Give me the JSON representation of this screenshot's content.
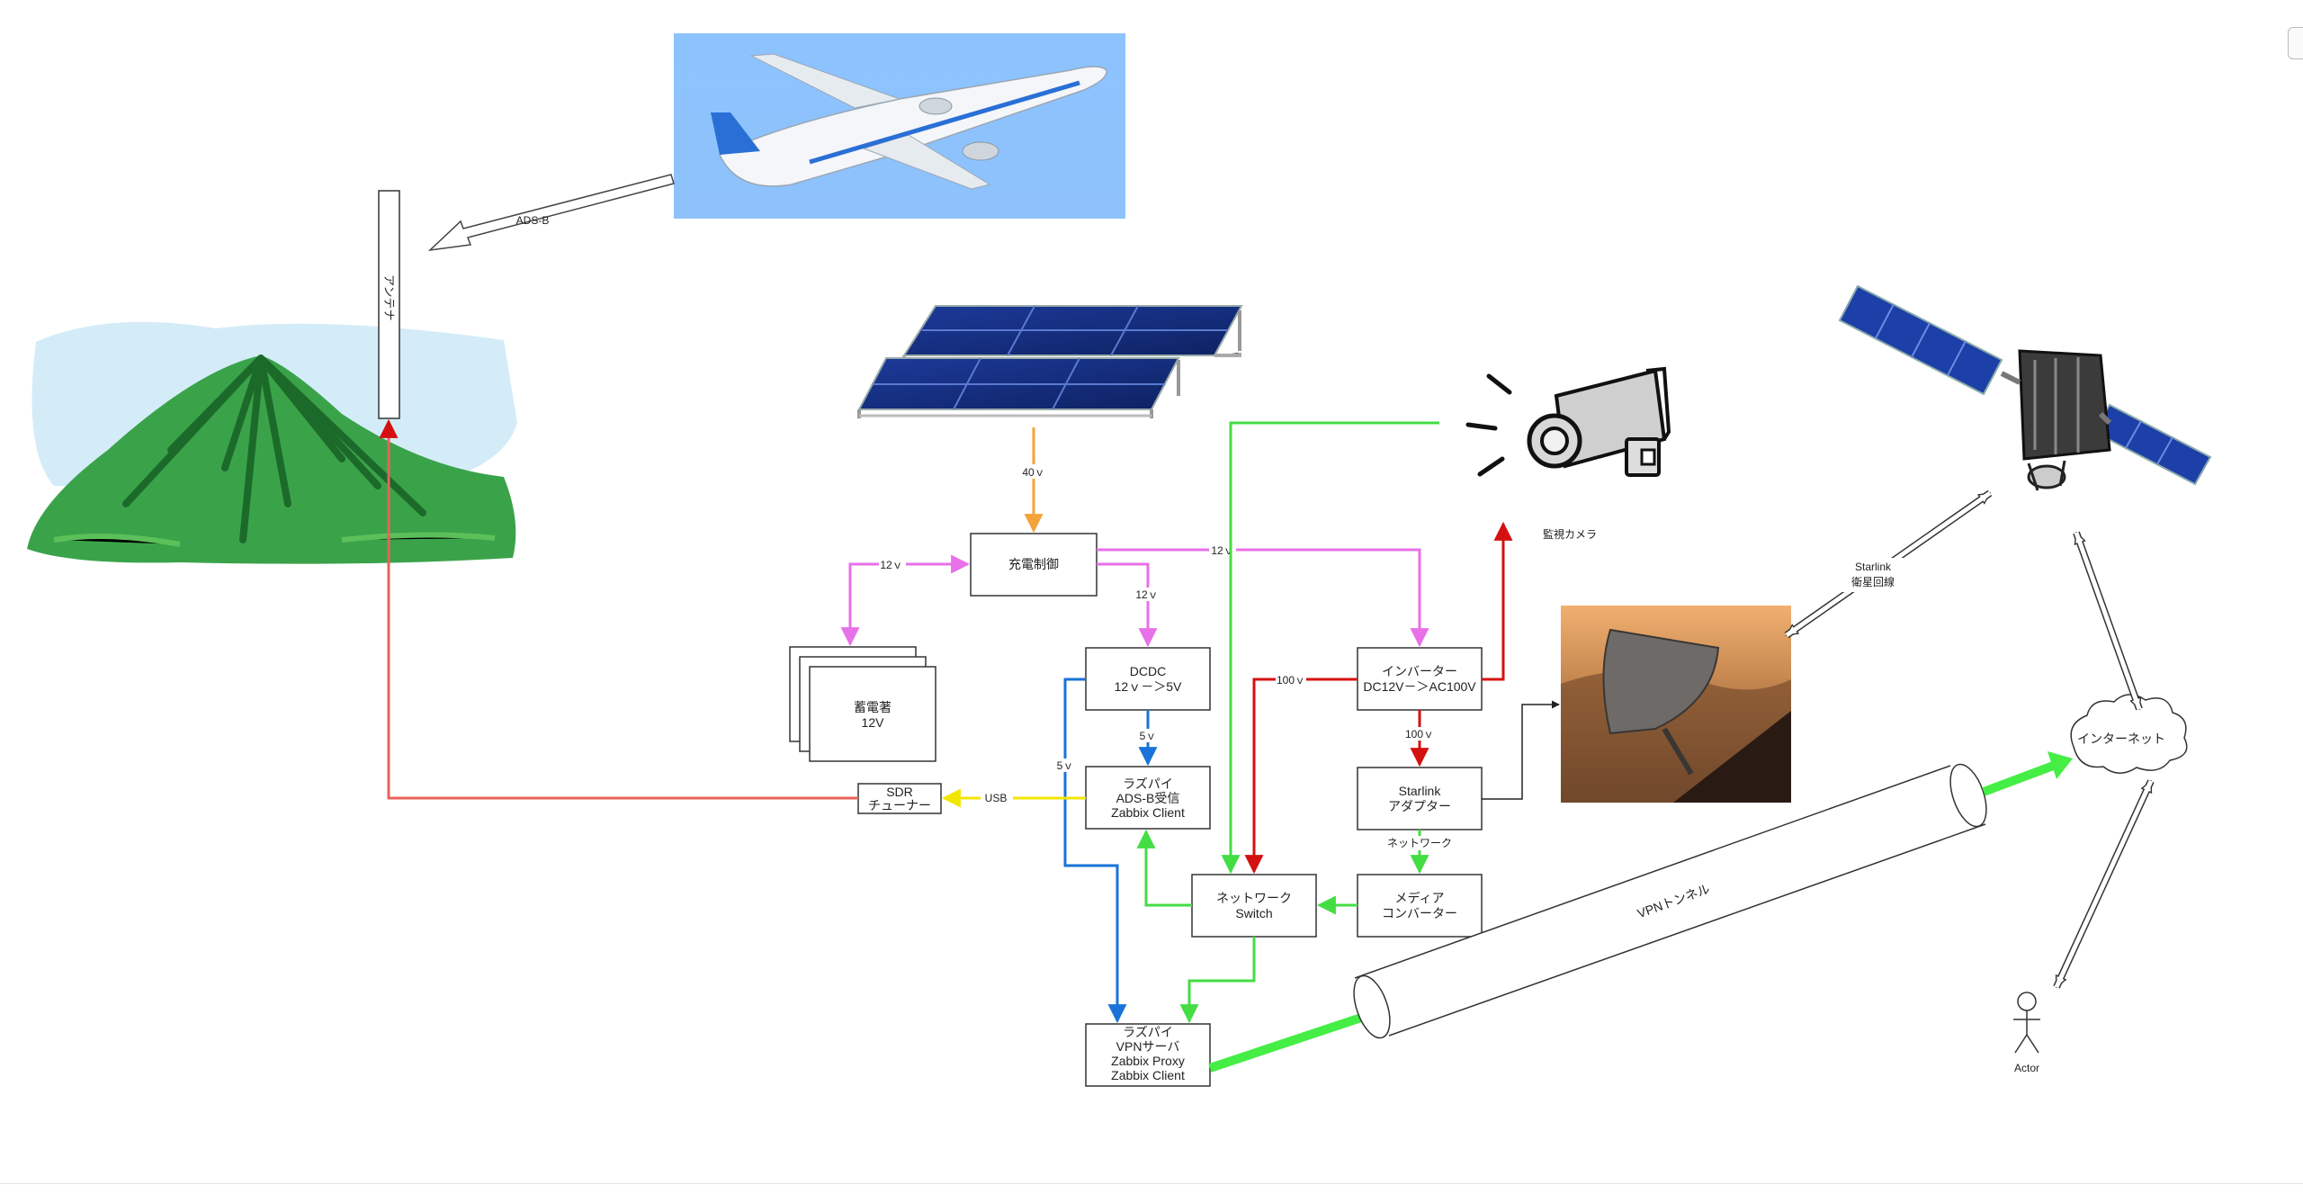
{
  "diagram": {
    "antenna": "アンテナ",
    "edges": {
      "ads_b": "ADS-B",
      "solar_to_charge": "40ｖ",
      "charge_to_battery": "12ｖ",
      "charge_to_inverter": "12ｖ",
      "charge_to_dcdc": "12ｖ",
      "dcdc_to_pi": "5ｖ",
      "dcdc_to_vpn": "5ｖ",
      "inverter_to_switch": "100ｖ",
      "inverter_to_starlink": "100ｖ",
      "usb": "USB",
      "starlink_network": "ネットワーク",
      "starlink_link": [
        "Starlink",
        "衛星回線"
      ]
    },
    "nodes": {
      "charge_controller": "充電制御",
      "battery": [
        "蓄電著",
        "12V"
      ],
      "dcdc": [
        "DCDC",
        "12ｖ－＞5V"
      ],
      "inverter": [
        "インバーター",
        "DC12V－＞AC100V"
      ],
      "pi_adsb": [
        "ラズパイ",
        "ADS-B受信",
        "Zabbix Client"
      ],
      "sdr": [
        "SDR",
        "チューナー"
      ],
      "starlink_adapter": [
        "Starlink",
        "アダプター"
      ],
      "media_converter": [
        "メディア",
        "コンバーター"
      ],
      "network_switch": [
        "ネットワーク",
        "Switch"
      ],
      "vpn_server": [
        "ラズパイ",
        "VPNサーバ",
        "Zabbix Proxy",
        "Zabbix Client"
      ],
      "internet": "インターネット",
      "vpn_tunnel": "VPNトンネル",
      "camera_label": "監視カメラ",
      "actor": "Actor"
    },
    "colors": {
      "orange": "#f5a23a",
      "magenta": "#e870e8",
      "blue": "#1a73d9",
      "red": "#d41111",
      "green": "#44dd44",
      "yellow": "#f2e600",
      "salmon": "#e8635a"
    },
    "icons": [
      "airplane-icon",
      "mountain-icon",
      "solar-panel-icon",
      "camera-icon",
      "satellite-icon",
      "starlink-dish-icon",
      "actor-icon"
    ]
  }
}
